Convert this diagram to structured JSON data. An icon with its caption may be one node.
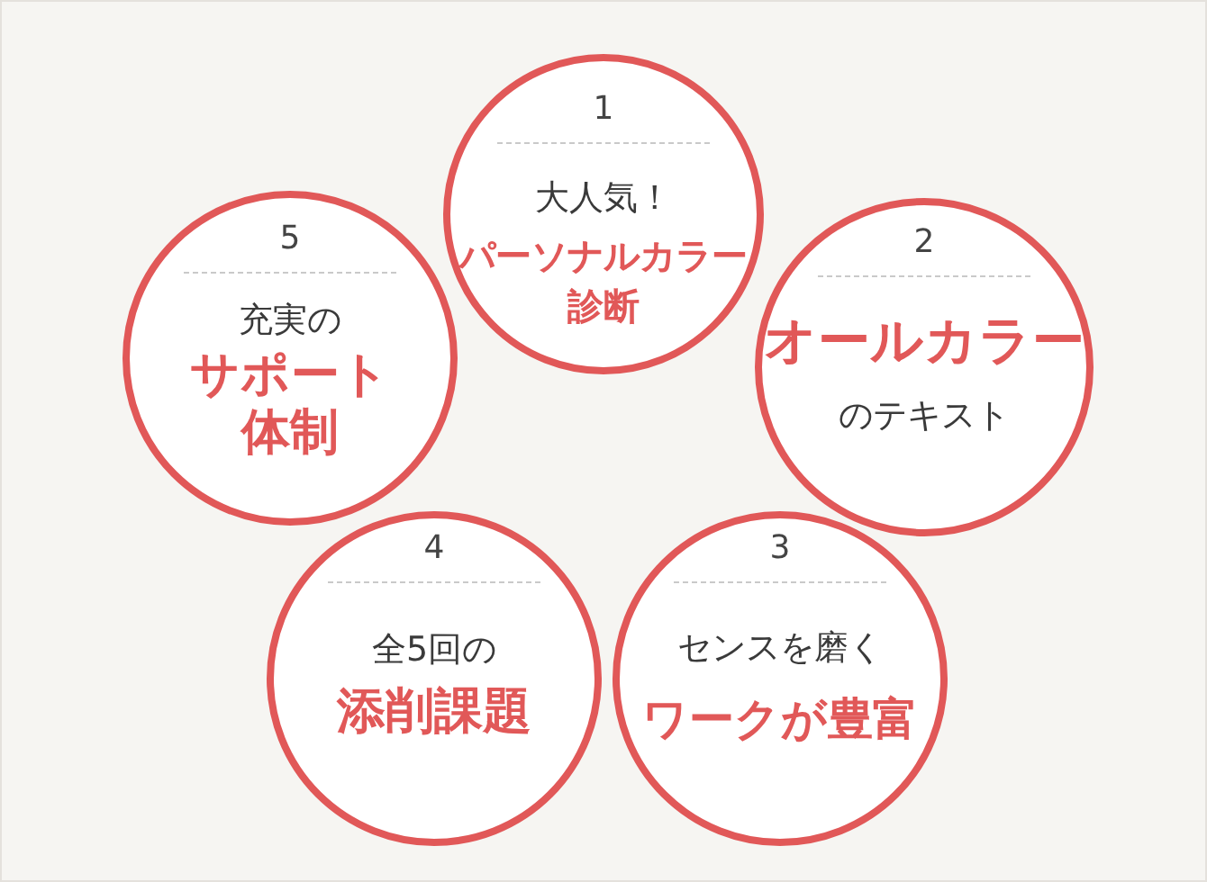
{
  "diagram": {
    "nodes": [
      {
        "text": [
          "1",
          "大人気！",
          "パーソナルカラー診断"
        ]
      },
      {
        "text": [
          "2",
          "オールカラー",
          "のテキスト"
        ]
      },
      {
        "text": [
          "3",
          "センスを磨く",
          "ワークが豊富"
        ]
      },
      {
        "text": [
          "4",
          "全5回の",
          "添削課題"
        ]
      },
      {
        "text": [
          "5",
          "充実の",
          "サポート体制"
        ]
      }
    ]
  }
}
